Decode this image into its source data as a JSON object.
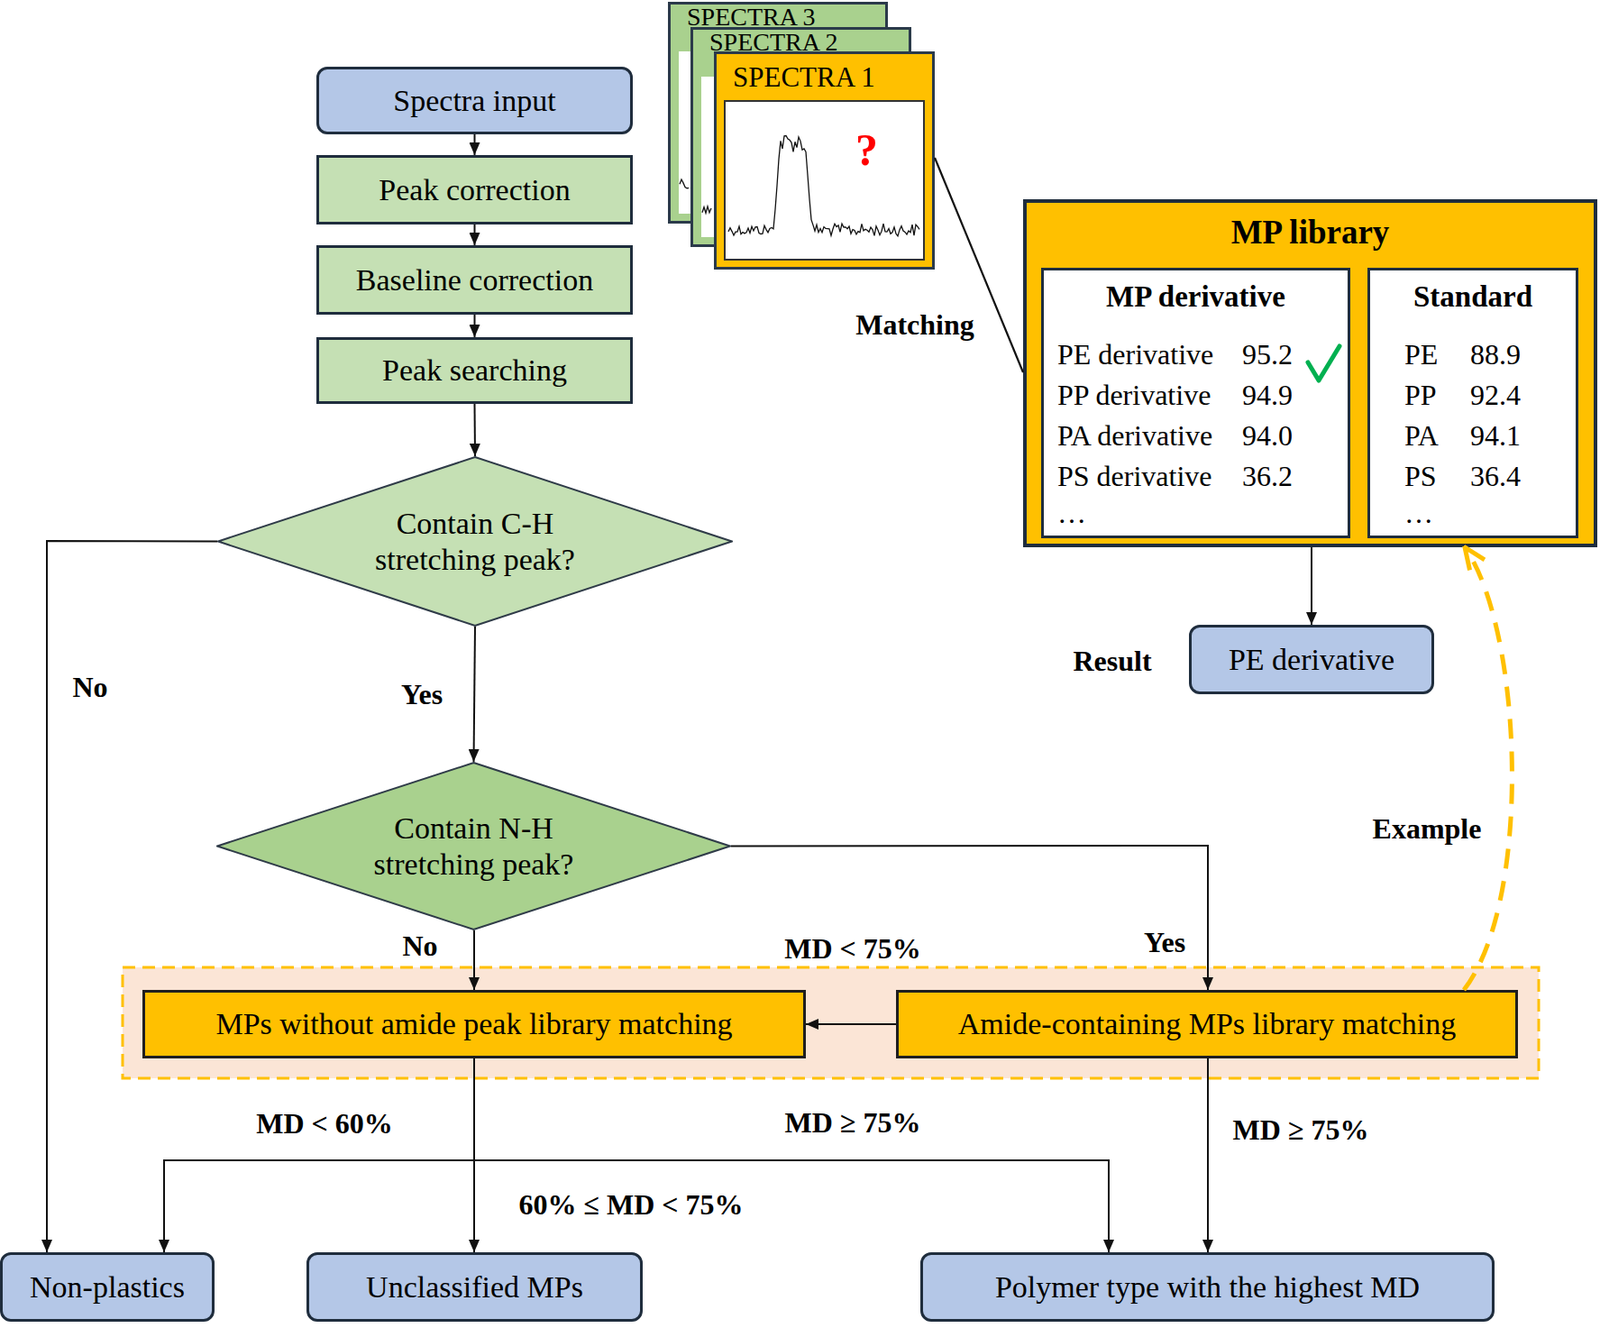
{
  "diagram": {
    "nodes": [
      {
        "text": [
          "Spectra input"
        ]
      },
      {
        "text": [
          "Peak correction"
        ]
      },
      {
        "text": [
          "Baseline correction"
        ]
      },
      {
        "text": [
          "Peak searching"
        ]
      },
      {
        "text": [
          "Contain C-H stretching peak?"
        ]
      },
      {
        "text": [
          "Contain N-H stretching peak?"
        ]
      },
      {
        "text": [
          "MPs without amide peak library matching"
        ]
      },
      {
        "text": [
          "Amide-containing MPs library matching"
        ]
      },
      {
        "text": [
          "Non-plastics"
        ]
      },
      {
        "text": [
          "Unclassified MPs"
        ]
      },
      {
        "text": [
          "Polymer type with the highest MD"
        ]
      },
      {
        "text": [
          "SPECTRA 3"
        ]
      },
      {
        "text": [
          "SPECTRA 2"
        ]
      },
      {
        "text": [
          "SPECTRA 1",
          "?"
        ]
      },
      {
        "text": [
          "MP library"
        ]
      },
      {
        "text": [
          "MP derivative",
          "PE derivative",
          "95.2",
          "PP derivative",
          "94.9",
          "PA derivative",
          "94.0",
          "PS derivative",
          "36.2",
          "…"
        ],
        "in": 14
      },
      {
        "text": [
          "Standard",
          "PE",
          "88.9",
          "PP",
          "92.4",
          "PA",
          "94.1",
          "PS",
          "36.4",
          "…"
        ],
        "in": 14
      },
      {
        "text": [
          "PE derivative"
        ]
      }
    ],
    "edges": [
      {
        "from": 0,
        "to": 1,
        "arrow": "to"
      },
      {
        "from": 1,
        "to": 2,
        "arrow": "to"
      },
      {
        "from": 2,
        "to": 3,
        "arrow": "to"
      },
      {
        "from": 3,
        "to": 4,
        "arrow": "to"
      },
      {
        "from": 4,
        "to": 5,
        "label": "Yes",
        "arrow": "to"
      },
      {
        "from": 4,
        "to": 8,
        "label": "No",
        "arrow": "to"
      },
      {
        "from": 5,
        "to": 6,
        "label": "No",
        "arrow": "to"
      },
      {
        "from": 5,
        "to": 7,
        "label": "Yes",
        "arrow": "to"
      },
      {
        "from": 7,
        "to": 6,
        "label": "MD < 75%",
        "arrow": "to"
      },
      {
        "from": 6,
        "to": 8,
        "label": "MD < 60%",
        "arrow": "to"
      },
      {
        "from": 6,
        "to": 9,
        "label": "60% ≤ MD < 75%",
        "arrow": "to"
      },
      {
        "from": 6,
        "to": 10,
        "label": "MD ≥ 75%",
        "arrow": "to"
      },
      {
        "from": 7,
        "to": 10,
        "label": "MD ≥ 75%",
        "arrow": "to"
      },
      {
        "from": 13,
        "to": 14,
        "label": "Matching",
        "arrow": "none"
      },
      {
        "from": 14,
        "to": 17,
        "arrow": "to"
      },
      {
        "from": 7,
        "to": 14,
        "label": "Example",
        "arrow": "to"
      }
    ],
    "labels": [
      "Result"
    ]
  }
}
